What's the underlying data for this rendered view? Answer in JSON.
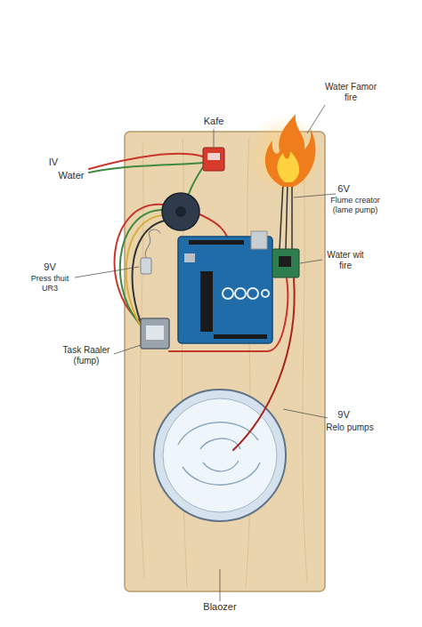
{
  "diagram": {
    "labels": [
      "Kafe",
      "IV",
      "Water",
      "Water Famor fire",
      "6V",
      "Flume creator (lame pump)",
      "Water wit fire",
      "9V",
      "Press thuit UR3",
      "Task Raaler (fump)",
      "9V",
      "Relo pumps",
      "Blaozer"
    ]
  }
}
